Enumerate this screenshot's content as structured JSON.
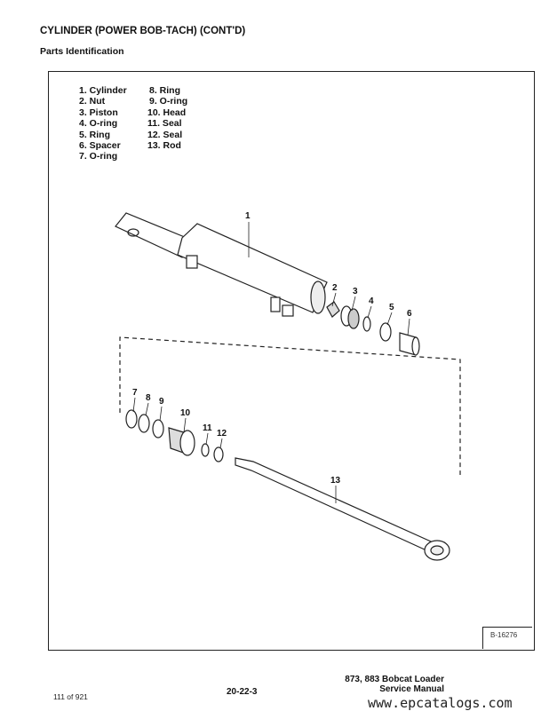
{
  "title": "CYLINDER (POWER BOB-TACH) (CONT'D)",
  "subtitle": "Parts Identification",
  "parts_left": [
    "1. Cylinder",
    "2. Nut",
    "3. Piston",
    "4. O-ring",
    "5. Ring",
    "6. Spacer",
    "7. O-ring"
  ],
  "parts_right": [
    "8. Ring",
    "9. O-ring",
    "10. Head",
    "11. Seal",
    "12. Seal",
    "13. Rod"
  ],
  "callouts": [
    "1",
    "2",
    "3",
    "4",
    "5",
    "6",
    "7",
    "8",
    "9",
    "10",
    "11",
    "12",
    "13"
  ],
  "figure_id": "B-16276",
  "footer": {
    "section": "20-22-3",
    "manual_line1": "873, 883 Bobcat Loader",
    "manual_line2": "Service Manual",
    "page_count": "111 of 921",
    "watermark": "www.epcatalogs.com"
  }
}
